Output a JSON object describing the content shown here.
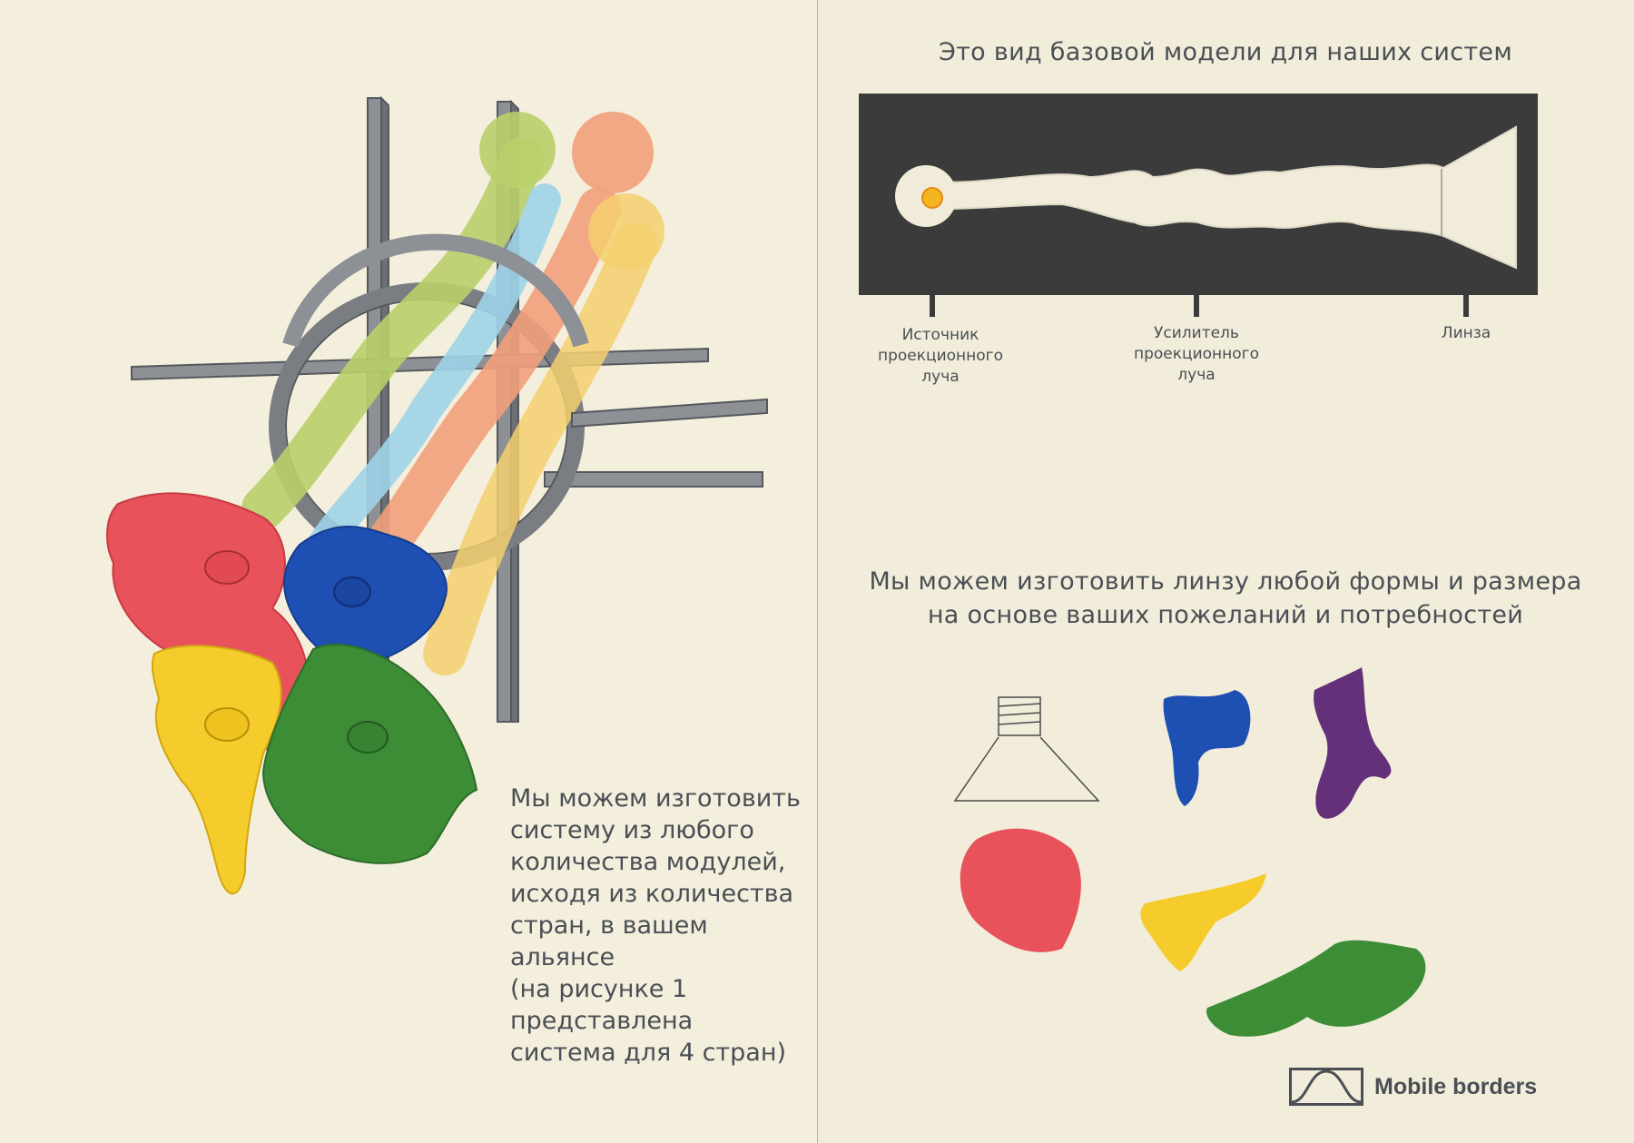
{
  "right_panel": {
    "title": "Это вид базовой модели для наших систем",
    "labels": {
      "source": [
        "Источник",
        "проекционного",
        "луча"
      ],
      "amplifier": [
        "Усилитель",
        "проекционного",
        "луча"
      ],
      "lens": "Линза"
    },
    "subtitle_lines": [
      "Мы можем изготовить линзу любой формы и размера",
      "на основе ваших пожеланий и потребностей"
    ]
  },
  "left_panel": {
    "paragraph_lines": [
      "Мы можем изготовить",
      "систему из любого",
      "количества модулей,",
      "исходя из количества",
      "стран, в вашем",
      "альянсе",
      "(на рисунке 1",
      "представлена",
      "система для 4 стран)"
    ]
  },
  "logo": {
    "text": "Mobile borders",
    "icon": "wave-icon"
  },
  "colors": {
    "paper": "#f3eedc",
    "text": "#4a4f55",
    "panel": "#3b3b3b",
    "red": "#e8525a",
    "blue": "#1e4fb3",
    "yellow": "#f5cc2c",
    "green": "#3d8c36",
    "purple": "#64307a",
    "orange": "#f2a07a",
    "lime": "#b9cf6a",
    "sky": "#9fd3e8"
  }
}
